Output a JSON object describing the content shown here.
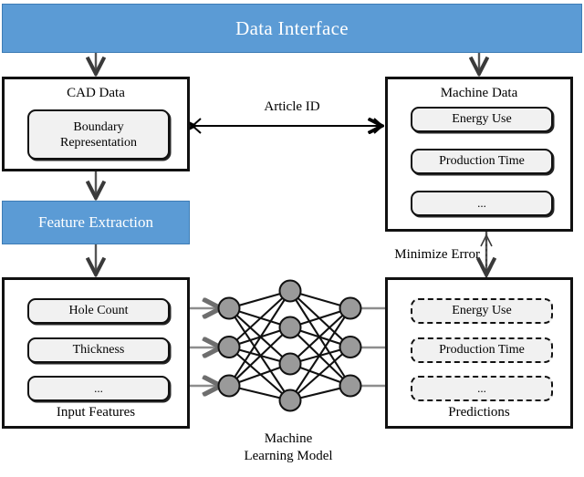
{
  "diagram": {
    "title": "Data Interface",
    "header": {
      "label": "Data Interface",
      "color": "#5B9BD5"
    },
    "blocks": {
      "cad_data": {
        "title": "CAD Data",
        "items": [
          {
            "label": "Boundary\nRepresentation",
            "line1": "Boundary",
            "line2": "Representation"
          }
        ]
      },
      "machine_data": {
        "title": "Machine Data",
        "items": [
          {
            "label": "Energy Use"
          },
          {
            "label": "Production Time"
          },
          {
            "label": "..."
          }
        ]
      },
      "feature_extraction": {
        "label": "Feature Extraction",
        "color": "#5B9BD5"
      },
      "input_features": {
        "title": "Input Features",
        "items": [
          {
            "label": "Hole Count"
          },
          {
            "label": "Thickness"
          },
          {
            "label": "..."
          }
        ]
      },
      "predictions": {
        "title": "Predictions",
        "items": [
          {
            "label": "Energy Use"
          },
          {
            "label": "Production Time"
          },
          {
            "label": "..."
          }
        ]
      },
      "model": {
        "line1": "Machine",
        "line2": "Learning Model"
      }
    },
    "connectors": {
      "article_id": "Article ID",
      "minimize_error": "Minimize  Error"
    },
    "network": {
      "input_nodes": 3,
      "hidden_nodes": 4,
      "output_nodes": 3,
      "node_fill": "#9a9a9a",
      "edge_color": "#111111"
    }
  }
}
